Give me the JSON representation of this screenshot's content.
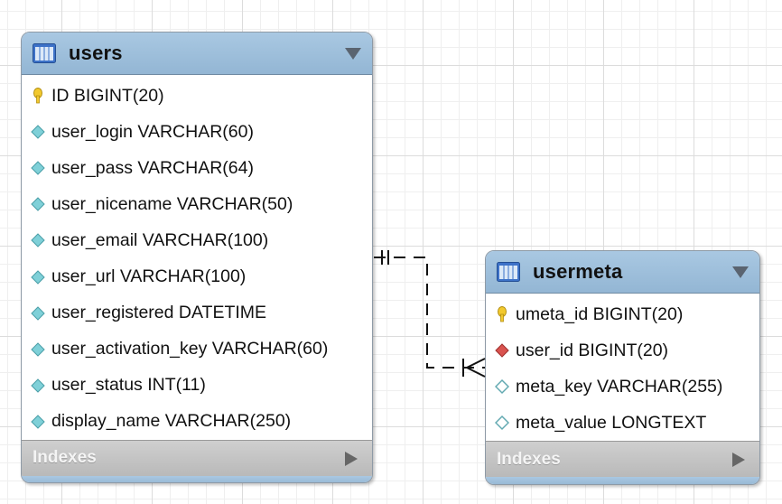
{
  "entities": {
    "users": {
      "title": "users",
      "columns": [
        {
          "label": "ID BIGINT(20)",
          "icon": "primary-key-icon"
        },
        {
          "label": "user_login VARCHAR(60)",
          "icon": "column-diamond-icon"
        },
        {
          "label": "user_pass VARCHAR(64)",
          "icon": "column-diamond-icon"
        },
        {
          "label": "user_nicename VARCHAR(50)",
          "icon": "column-diamond-icon"
        },
        {
          "label": "user_email VARCHAR(100)",
          "icon": "column-diamond-icon"
        },
        {
          "label": "user_url VARCHAR(100)",
          "icon": "column-diamond-icon"
        },
        {
          "label": "user_registered DATETIME",
          "icon": "column-diamond-icon"
        },
        {
          "label": "user_activation_key VARCHAR(60)",
          "icon": "column-diamond-icon"
        },
        {
          "label": "user_status INT(11)",
          "icon": "column-diamond-icon"
        },
        {
          "label": "display_name VARCHAR(250)",
          "icon": "column-diamond-icon"
        }
      ],
      "indexes_label": "Indexes"
    },
    "usermeta": {
      "title": "usermeta",
      "columns": [
        {
          "label": "umeta_id BIGINT(20)",
          "icon": "primary-key-icon"
        },
        {
          "label": "user_id BIGINT(20)",
          "icon": "foreign-key-diamond-icon"
        },
        {
          "label": "meta_key VARCHAR(255)",
          "icon": "nullable-column-diamond-icon"
        },
        {
          "label": "meta_value LONGTEXT",
          "icon": "nullable-column-diamond-icon"
        }
      ],
      "indexes_label": "Indexes"
    }
  },
  "relationship": {
    "from": "users",
    "to": "usermeta",
    "cardinality": "one-to-many",
    "style": "dashed"
  },
  "colors": {
    "header": "#a9c8e2",
    "indexes_bar": "#c4c4c4",
    "primary_key": "#f2c92e",
    "foreign_key": "#d9534f",
    "column": "#7fd0d8"
  }
}
